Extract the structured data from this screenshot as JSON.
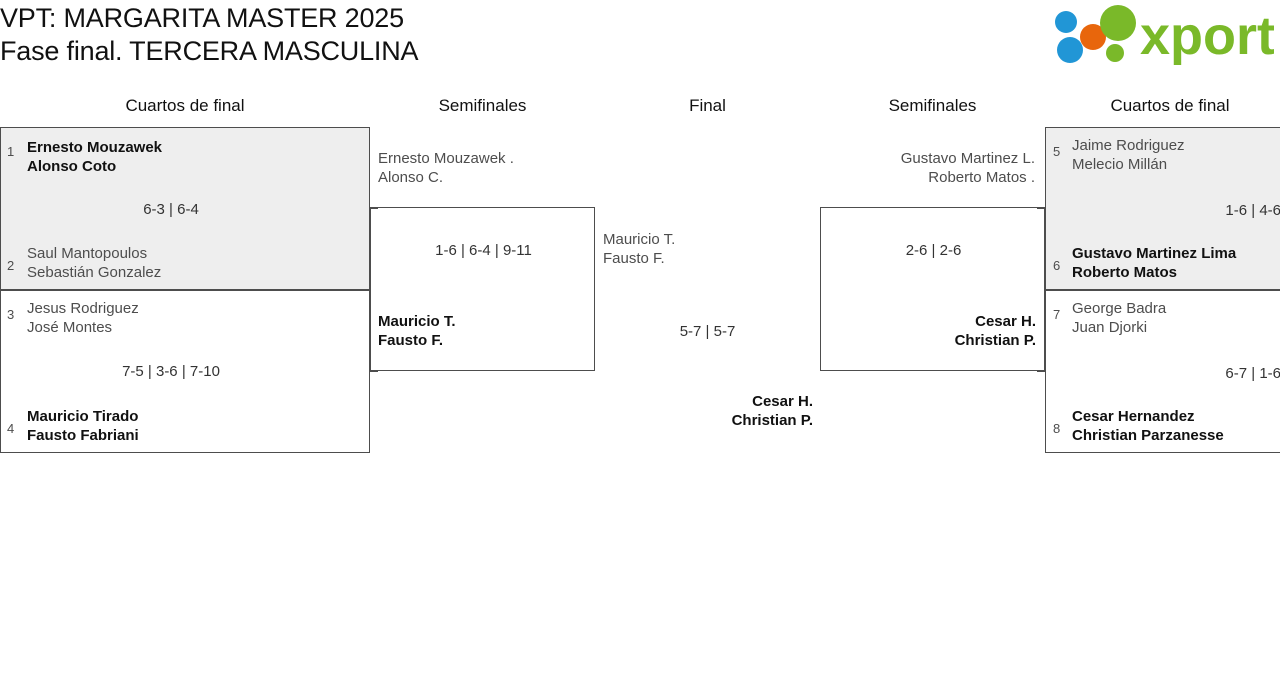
{
  "header": {
    "title_line1": "VPT: MARGARITA MASTER 2025",
    "title_line2": "Fase final. TERCERA MASCULINA",
    "logo": {
      "name": "xporty-logo",
      "wordmark": "xporty",
      "colors": {
        "green": "#7ab929",
        "blue": "#2196d6",
        "orange": "#e8660c"
      }
    }
  },
  "round_headers": [
    {
      "label": "Cuartos de final"
    },
    {
      "label": "Semifinales"
    },
    {
      "label": "Final"
    },
    {
      "label": "Semifinales"
    },
    {
      "label": "Cuartos de final"
    }
  ],
  "colors": {
    "shaded_match_bg": "#eeeeee",
    "border": "#4d4d4d",
    "loser_text": "#4d4d4d",
    "winner_text": "#111111"
  },
  "bracket": {
    "left_quarterfinals": [
      {
        "id": "lqf1",
        "shaded": true,
        "score": "6-3 | 6-4",
        "teams": [
          {
            "seed": "1",
            "player1": "Ernesto Mouzawek",
            "player2": "Alonso Coto",
            "winner": true
          },
          {
            "seed": "2",
            "player1": "Saul Mantopoulos",
            "player2": "Sebastián Gonzalez",
            "winner": false
          }
        ]
      },
      {
        "id": "lqf2",
        "shaded": false,
        "score": "7-5 | 3-6 | 7-10",
        "teams": [
          {
            "seed": "3",
            "player1": "Jesus Rodriguez",
            "player2": "José Montes",
            "winner": false
          },
          {
            "seed": "4",
            "player1": "Mauricio Tirado",
            "player2": "Fausto Fabriani",
            "winner": true
          }
        ]
      }
    ],
    "left_semifinal": {
      "id": "lsf1",
      "score": "1-6 | 6-4 | 9-11",
      "teams": [
        {
          "player1": "Ernesto Mouzawek .",
          "player2": "Alonso C.",
          "winner": false
        },
        {
          "player1": "Mauricio T.",
          "player2": "Fausto F.",
          "winner": true
        }
      ]
    },
    "final": {
      "id": "final",
      "score": "5-7 | 5-7",
      "teams": [
        {
          "player1": "Mauricio T.",
          "player2": "Fausto F.",
          "winner": false
        },
        {
          "player1": "Cesar H.",
          "player2": "Christian P.",
          "winner": true
        }
      ]
    },
    "right_semifinal": {
      "id": "rsf1",
      "score": "2-6 | 2-6",
      "teams": [
        {
          "player1": "Gustavo Martinez L.",
          "player2": "Roberto Matos .",
          "winner": false
        },
        {
          "player1": "Cesar H.",
          "player2": "Christian P.",
          "winner": true
        }
      ]
    },
    "right_quarterfinals": [
      {
        "id": "rqf1",
        "shaded": true,
        "score": "1-6 | 4-6",
        "teams": [
          {
            "seed": "5",
            "player1": "Jaime Rodriguez",
            "player2": "Melecio Millán",
            "winner": false
          },
          {
            "seed": "6",
            "player1": "Gustavo Martinez Lima",
            "player2": "Roberto Matos",
            "winner": true
          }
        ]
      },
      {
        "id": "rqf2",
        "shaded": false,
        "score": "6-7 | 1-6",
        "teams": [
          {
            "seed": "7",
            "player1": "George Badra",
            "player2": "Juan Djorki",
            "winner": false
          },
          {
            "seed": "8",
            "player1": "Cesar Hernandez",
            "player2": "Christian Parzanesse",
            "winner": true
          }
        ]
      }
    ]
  }
}
